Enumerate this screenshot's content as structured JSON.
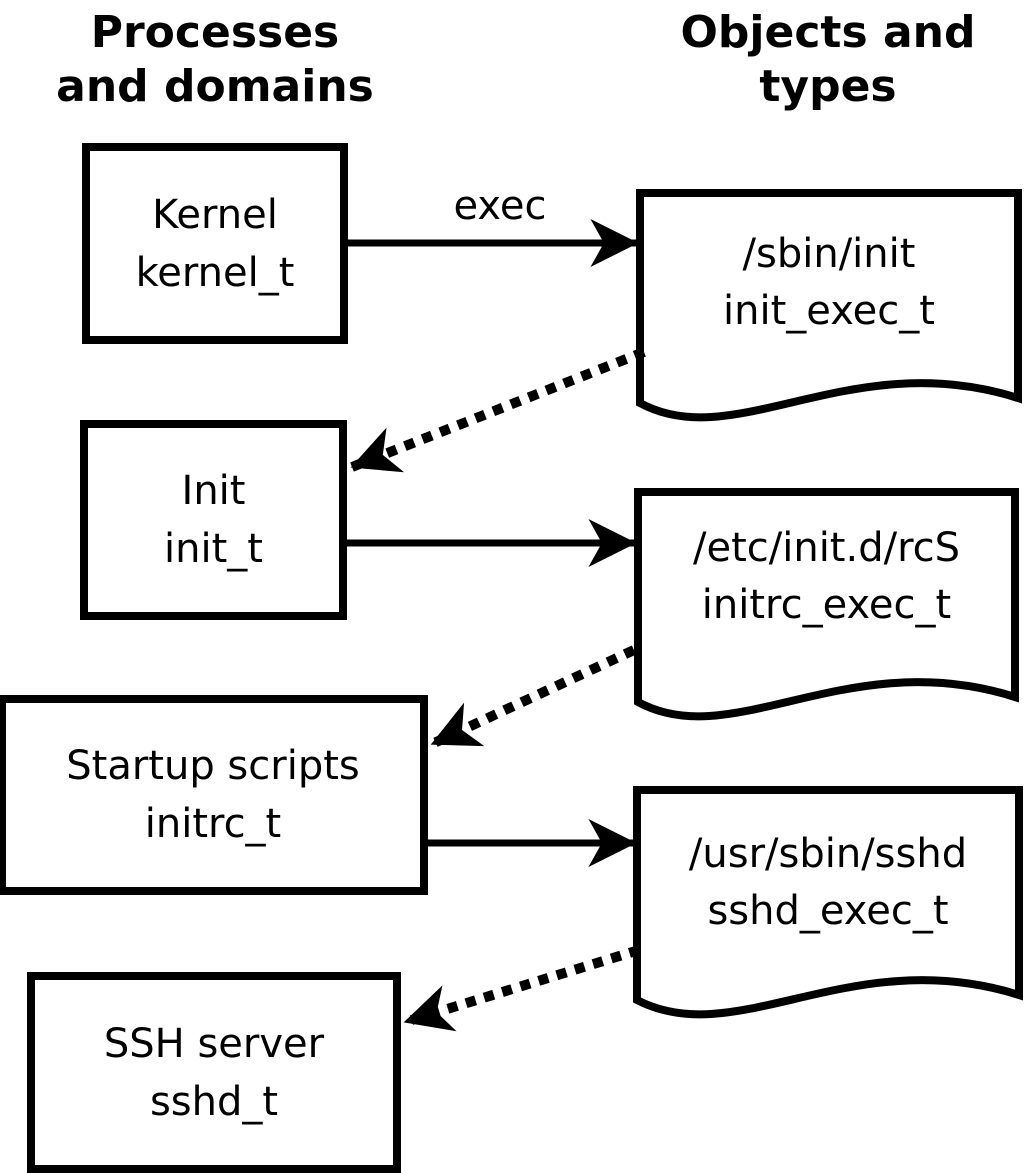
{
  "headers": {
    "left": "Processes\nand domains",
    "right": "Objects and\ntypes"
  },
  "processes": [
    {
      "name": "Kernel",
      "domain": "kernel_t"
    },
    {
      "name": "Init",
      "domain": "init_t"
    },
    {
      "name": "Startup scripts",
      "domain": "initrc_t"
    },
    {
      "name": "SSH server",
      "domain": "sshd_t"
    }
  ],
  "objects": [
    {
      "path": "/sbin/init",
      "type": "init_exec_t"
    },
    {
      "path": "/etc/init.d/rcS",
      "type": "initrc_exec_t"
    },
    {
      "path": "/usr/sbin/sshd",
      "type": "sshd_exec_t"
    }
  ],
  "edges": [
    {
      "from": "kernel_t",
      "to": "/sbin/init",
      "style": "solid",
      "label": "exec"
    },
    {
      "from": "/sbin/init",
      "to": "init_t",
      "style": "dotted",
      "label": ""
    },
    {
      "from": "init_t",
      "to": "/etc/init.d/rcS",
      "style": "solid",
      "label": ""
    },
    {
      "from": "/etc/init.d/rcS",
      "to": "initrc_t",
      "style": "dotted",
      "label": ""
    },
    {
      "from": "initrc_t",
      "to": "/usr/sbin/sshd",
      "style": "solid",
      "label": ""
    },
    {
      "from": "/usr/sbin/sshd",
      "to": "sshd_t",
      "style": "dotted",
      "label": ""
    }
  ],
  "colors": {
    "foreground": "#000000",
    "background": "#ffffff"
  }
}
